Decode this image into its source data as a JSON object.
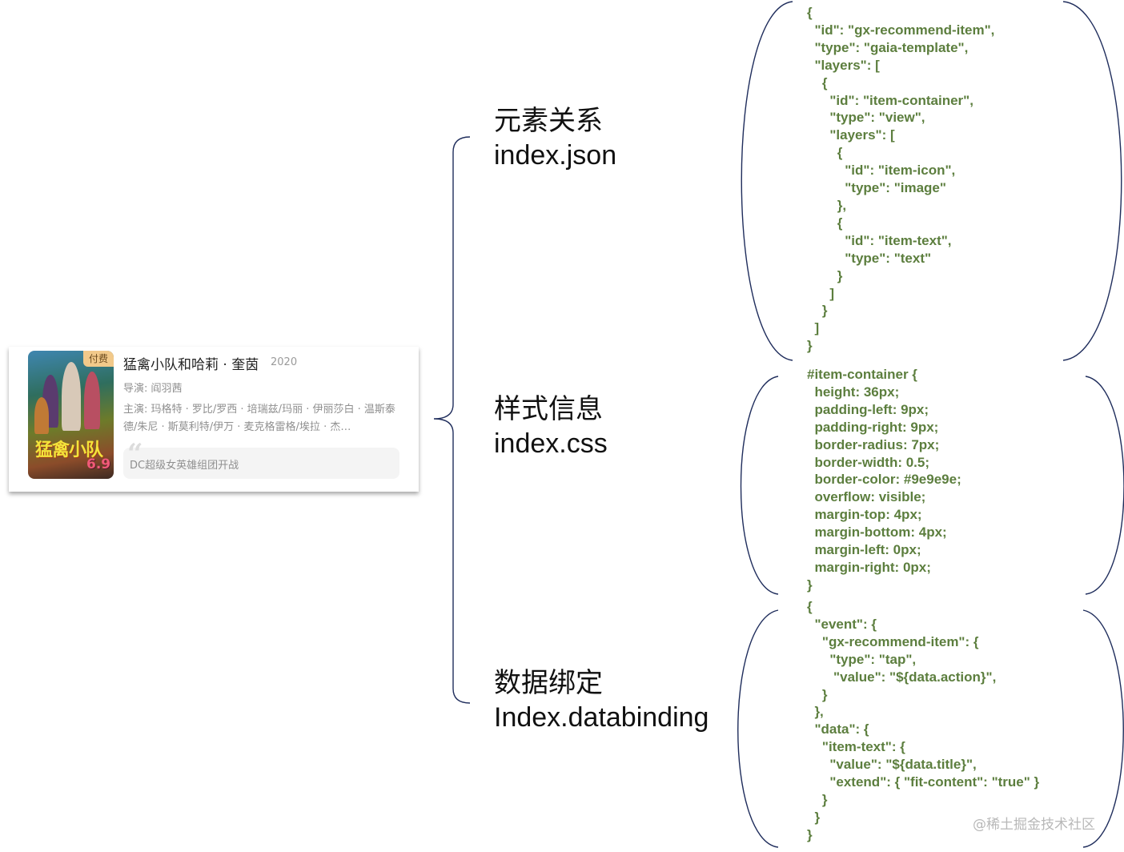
{
  "card": {
    "poster_badge": "付费",
    "poster_title": "猛禽小队",
    "poster_rating": "6.9",
    "title": "猛禽小队和哈莉 · 奎茵",
    "year": "2020",
    "director": "导演: 阎羽茜",
    "cast": "主演: 玛格特 · 罗比/罗西 · 培瑞兹/玛丽 · 伊丽莎白 · 温斯泰德/朱尼 · 斯莫利特/伊万 · 麦克格雷格/埃拉 · 杰…",
    "tagline": "DC超级女英雄组团开战"
  },
  "labels": [
    {
      "title": "元素关系",
      "file": "index.json"
    },
    {
      "title": "样式信息",
      "file": "index.css"
    },
    {
      "title": "数据绑定",
      "file": "Index.databinding"
    }
  ],
  "code": {
    "json": "{\n  \"id\": \"gx-recommend-item\",\n  \"type\": \"gaia-template\",\n  \"layers\": [\n    {\n      \"id\": \"item-container\",\n      \"type\": \"view\",\n      \"layers\": [\n        {\n          \"id\": \"item-icon\",\n          \"type\": \"image\"\n        },\n        {\n          \"id\": \"item-text\",\n          \"type\": \"text\"\n        }\n      ]\n    }\n  ]\n}",
    "css": "#item-container {\n  height: 36px;\n  padding-left: 9px;\n  padding-right: 9px;\n  border-radius: 7px;\n  border-width: 0.5;\n  border-color: #9e9e9e;\n  overflow: visible;\n  margin-top: 4px;\n  margin-bottom: 4px;\n  margin-left: 0px;\n  margin-right: 0px;\n}",
    "databinding": "{\n  \"event\": {\n    \"gx-recommend-item\": {\n      \"type\": \"tap\",\n       \"value\": \"${data.action}\",\n    }\n  },\n  \"data\": {\n    \"item-text\": {\n      \"value\": \"${data.title}\",\n      \"extend\": { \"fit-content\": \"true\" }\n    }\n  }\n}"
  },
  "watermark": "@稀土掘金技术社区",
  "colors": {
    "code_text": "#5c7e3e",
    "brace_stroke": "#1f2d5c",
    "pay_badge": "#f2c98a"
  }
}
